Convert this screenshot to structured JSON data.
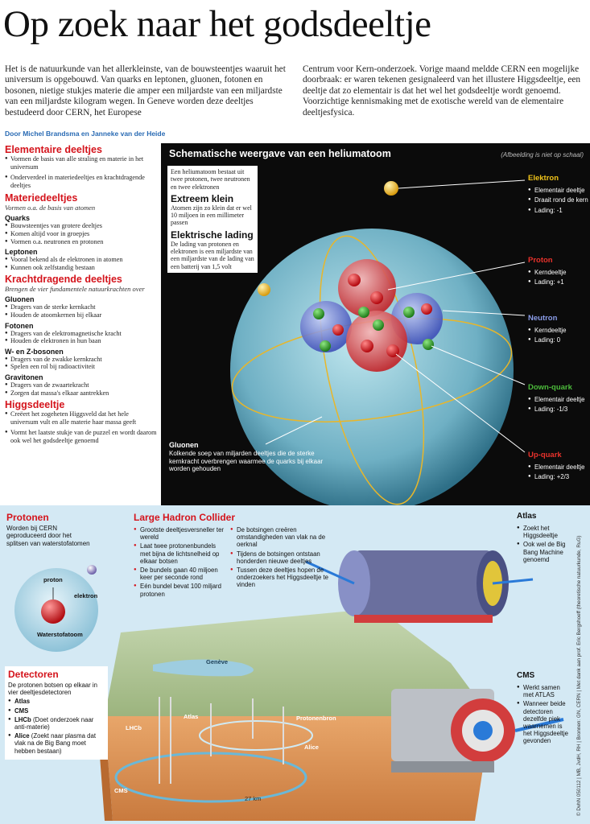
{
  "title": "Op zoek naar het godsdeeltje",
  "intro_left": "Het is de natuurkunde van het allerkleinste, van de bouwsteentjes waaruit het universum is opgebouwd. Van quarks en leptonen, gluonen, fotonen en bosonen, nietige stukjes materie die amper een miljardste van een miljardste van een miljardste kilogram wegen. In Geneve worden deze deeltjes bestudeerd door CERN, het Europese",
  "intro_right": "Centrum voor Kern-onderzoek. Vorige maand meldde CERN een mogelijke doorbraak: er waren tekenen gesignaleerd van het illustere Higgsdeeltje, een deeltje dat zo elementair is dat het wel het godsdeeltje wordt genoemd. Voorzichtige kennismaking met de exotische wereld van de elementaire deeltjesfysica.",
  "byline": "Door Michel Brandsma en Janneke van der Heide",
  "left": {
    "elementaire": {
      "title": "Elementaire deeltjes",
      "items": [
        "Vormen de basis van alle straling en materie in het universum",
        "Onderverdeel in materiedeeltjes en krachtdragende deeltjes"
      ]
    },
    "materie": {
      "title": "Materiedeeltjes",
      "sub": "Vormen o.a. de basis van atomen",
      "quarks_h": "Quarks",
      "quarks": [
        "Bouwsteentjes van grotere deeltjes",
        "Komen altijd voor in groepjes",
        "Vormen o.a. neutronen en protonen"
      ],
      "leptonen_h": "Leptonen",
      "leptonen": [
        "Vooral bekend als de elektronen in atomen",
        "Kunnen ook zelfstandig bestaan"
      ]
    },
    "kracht": {
      "title": "Krachtdragende deeltjes",
      "sub": "Brengen de vier fundamentele natuurkrachten over",
      "gluonen_h": "Gluonen",
      "gluonen": [
        "Dragers van de sterke kernkacht",
        "Houden de atoomkernen bij elkaar"
      ],
      "fotonen_h": "Fotonen",
      "fotonen": [
        "Dragers van de elektromagnetische kracht",
        "Houden de elektronen in hun baan"
      ],
      "wz_h": "W- en Z-bosonen",
      "wz": [
        "Dragers van de zwakke kernkracht",
        "Spelen een rol bij radioactiviteit"
      ],
      "graviton_h": "Gravitonen",
      "graviton": [
        "Dragers van de zwaartekracht",
        "Zorgen dat massa's elkaar aantrekken"
      ]
    },
    "higgs": {
      "title": "Higgsdeeltje",
      "items": [
        "Creëert het zogeheten Higgsveld dat het hele universum vult en alle materie haar massa geeft",
        "Vormt het laatste stukje van de puzzel en wordt daarom ook wel het godsdeeltje genoemd"
      ]
    }
  },
  "atom": {
    "title": "Schematische weergave van een heliumatoom",
    "note": "(Afbeelding is niet op schaal)",
    "box_intro": "Een heliumatoom bestaat uit twee protonen, twee neutronen en twee elektronen",
    "klein_h": "Extreem klein",
    "klein_t": "Atomen zijn zo klein dat er wel 10 miljoen in een millimeter passen",
    "lading_h": "Elektrische lading",
    "lading_t": "De lading van protonen en elektronen is een miljardste van een miljardste van de lading van een batterij van 1,5 volt",
    "gluonen_h": "Gluonen",
    "gluonen_t": "Kolkende soep van miljarden deeltjes die de sterke kernkracht overbrengen waarmee de quarks bij elkaar worden gehouden",
    "labels": [
      {
        "name": "Elektron",
        "color": "#f2c51a",
        "items": [
          "Elementair deeltje",
          "Draait rond de kern",
          "Lading: -1"
        ]
      },
      {
        "name": "Proton",
        "color": "#e8322c",
        "items": [
          "Kerndeeltje",
          "Lading: +1"
        ]
      },
      {
        "name": "Neutron",
        "color": "#8a9ce8",
        "items": [
          "Kerndeeltje",
          "Lading: 0"
        ]
      },
      {
        "name": "Down-quark",
        "color": "#4cbb3b",
        "items": [
          "Elementair deeltje",
          "Lading: -1/3"
        ]
      },
      {
        "name": "Up-quark",
        "color": "#e8322c",
        "items": [
          "Elementair deeltje",
          "Lading: +2/3"
        ]
      }
    ]
  },
  "protonen": {
    "title": "Protonen",
    "text": "Worden bij CERN geproduceerd door het splitsen van waterstofatomen",
    "proton_label": "proton",
    "elektron_label": "elektron",
    "atoom_label": "Waterstofatoom"
  },
  "lhc": {
    "title": "Large Hadron Collider",
    "col1": [
      "Grootste deeltjesversneller ter wereld",
      "Laat twee protonenbundels met bijna de lichtsnelheid op elkaar botsen",
      "De bundels gaan 40 miljoen keer per seconde rond",
      "Eén bundel bevat 100 miljard protonen"
    ],
    "col2": [
      "De botsingen creëren omstandigheden van vlak na de oerknal",
      "Tijdens de botsingen ontstaan honderden nieuwe deeltjes",
      "Tussen deze deeltjes hopen de onderzoekers het Higgsdeeltje te vinden"
    ]
  },
  "atlas": {
    "title": "Atlas",
    "items": [
      "Zoekt het Higgsdeeltje",
      "Ook wel de Big Bang Machine genoemd"
    ]
  },
  "cms": {
    "title": "CMS",
    "items": [
      "Werkt samen met ATLAS",
      "Wanneer beide detectoren dezelfde piek waarnemen is het Higgsdeeltje gevonden"
    ]
  },
  "detectoren": {
    "title": "Detectoren",
    "text": "De protonen botsen op elkaar in vier deeltjesdetectoren",
    "items": [
      {
        "b": "Atlas",
        "t": ""
      },
      {
        "b": "CMS",
        "t": ""
      },
      {
        "b": "LHCb",
        "t": " (Doet onderzoek naar anti-materie)"
      },
      {
        "b": "Alice",
        "t": " (Zoekt naar plasma dat vlak na de Big Bang moet hebben bestaan)"
      }
    ]
  },
  "map": {
    "geneve": "Genève",
    "lhcb": "LHCb",
    "atlas": "Atlas",
    "protonenbron": "Protonenbron",
    "alice": "Alice",
    "cms": "CMS",
    "km": "27 km"
  },
  "credit": "© DvhN 050112 | MB, JvdH, RH | Bronnen: GN, CERN | Met dank aan prof. Eric Bergshoeff (theoretische natuurkunde, RuG)"
}
